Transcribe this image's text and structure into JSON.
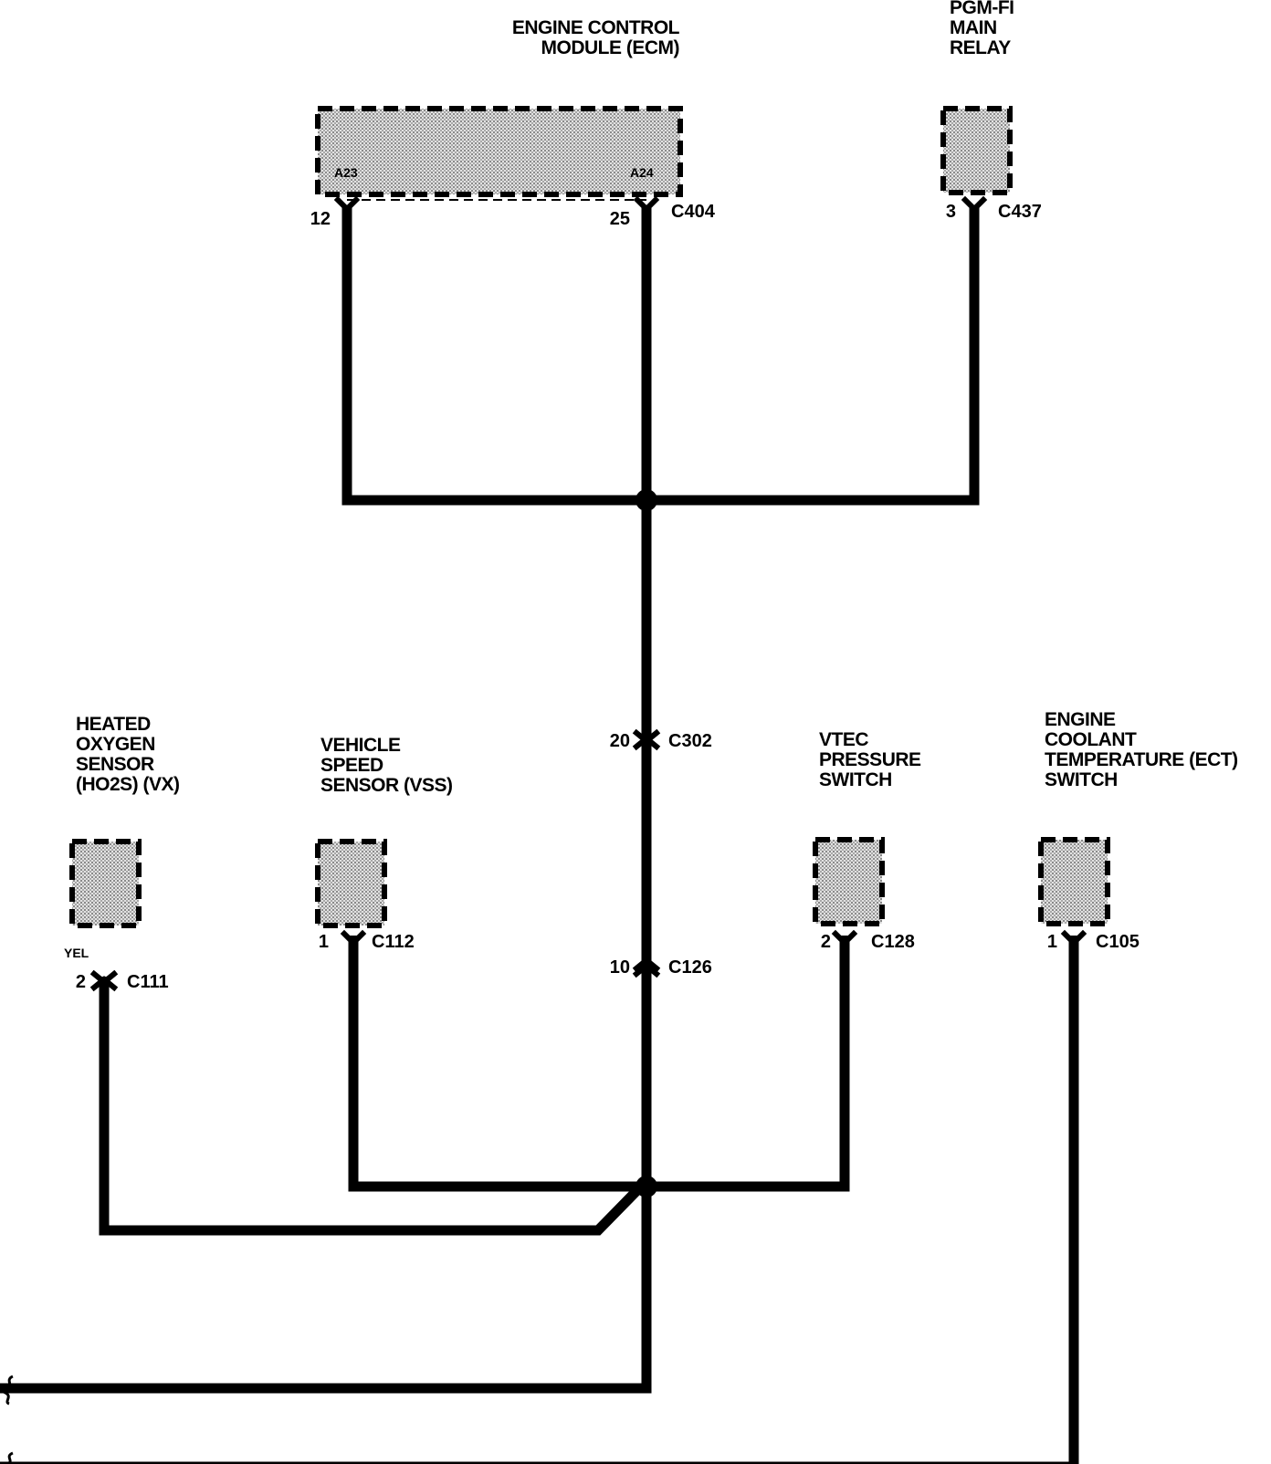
{
  "components": {
    "ecm": {
      "name": "ENGINE CONTROL\nMODULE (ECM)",
      "terminal_left": "A23",
      "terminal_right": "A24"
    },
    "pgm_fi_relay": {
      "name": "PGM-FI\nMAIN\nRELAY"
    },
    "ho2s": {
      "name": "HEATED\nOXYGEN\nSENSOR\n(HO2S) (VX)"
    },
    "vss": {
      "name": "VEHICLE\nSPEED\nSENSOR (VSS)"
    },
    "vtec": {
      "name": "VTEC\nPRESSURE\nSWITCH"
    },
    "ect": {
      "name": "ENGINE\nCOOLANT\nTEMPERATURE (ECT)\nSWITCH"
    }
  },
  "connectors": {
    "c404_left_pin": "12",
    "c404_right_pin": "25",
    "c404": "C404",
    "c437_pin": "3",
    "c437": "C437",
    "c302_pin": "20",
    "c302": "C302",
    "c126_pin": "10",
    "c126": "C126",
    "c111_pin": "2",
    "c111": "C111",
    "c112_pin": "1",
    "c112": "C112",
    "c128_pin": "2",
    "c128": "C128",
    "c105_pin": "1",
    "c105": "C105"
  },
  "wire_colors": {
    "ho2s_wire": "YEL"
  },
  "colors": {
    "wire": "#000000",
    "component_fill": "#bdbdbd",
    "background": "#ffffff"
  }
}
